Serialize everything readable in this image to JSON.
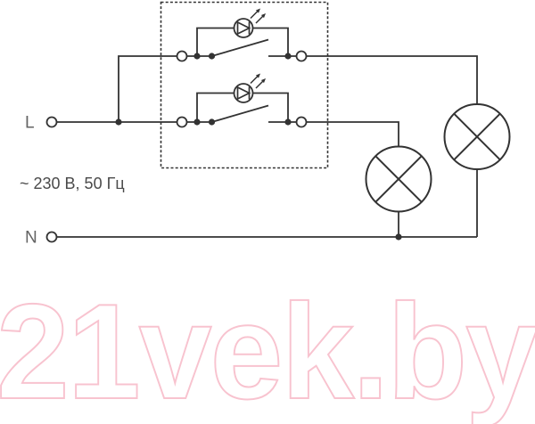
{
  "diagram": {
    "labels": {
      "live": "L",
      "neutral": "N",
      "power_spec": "~ 230 В, 50 Гц"
    },
    "components": {
      "switch_unit": "two-gang switch with LED indicators (dashed enclosure)",
      "switch_1": "switch contact with LED indicator",
      "switch_2": "switch contact with LED indicator",
      "lamp_1": "lamp",
      "lamp_2": "lamp"
    },
    "colors": {
      "line": "#333333",
      "terminal_label": "#636363",
      "spec_text": "#4a4a4a",
      "background": "#ffffff"
    }
  },
  "watermark": {
    "text": "21vek.by",
    "color": "#f8c3cf"
  }
}
